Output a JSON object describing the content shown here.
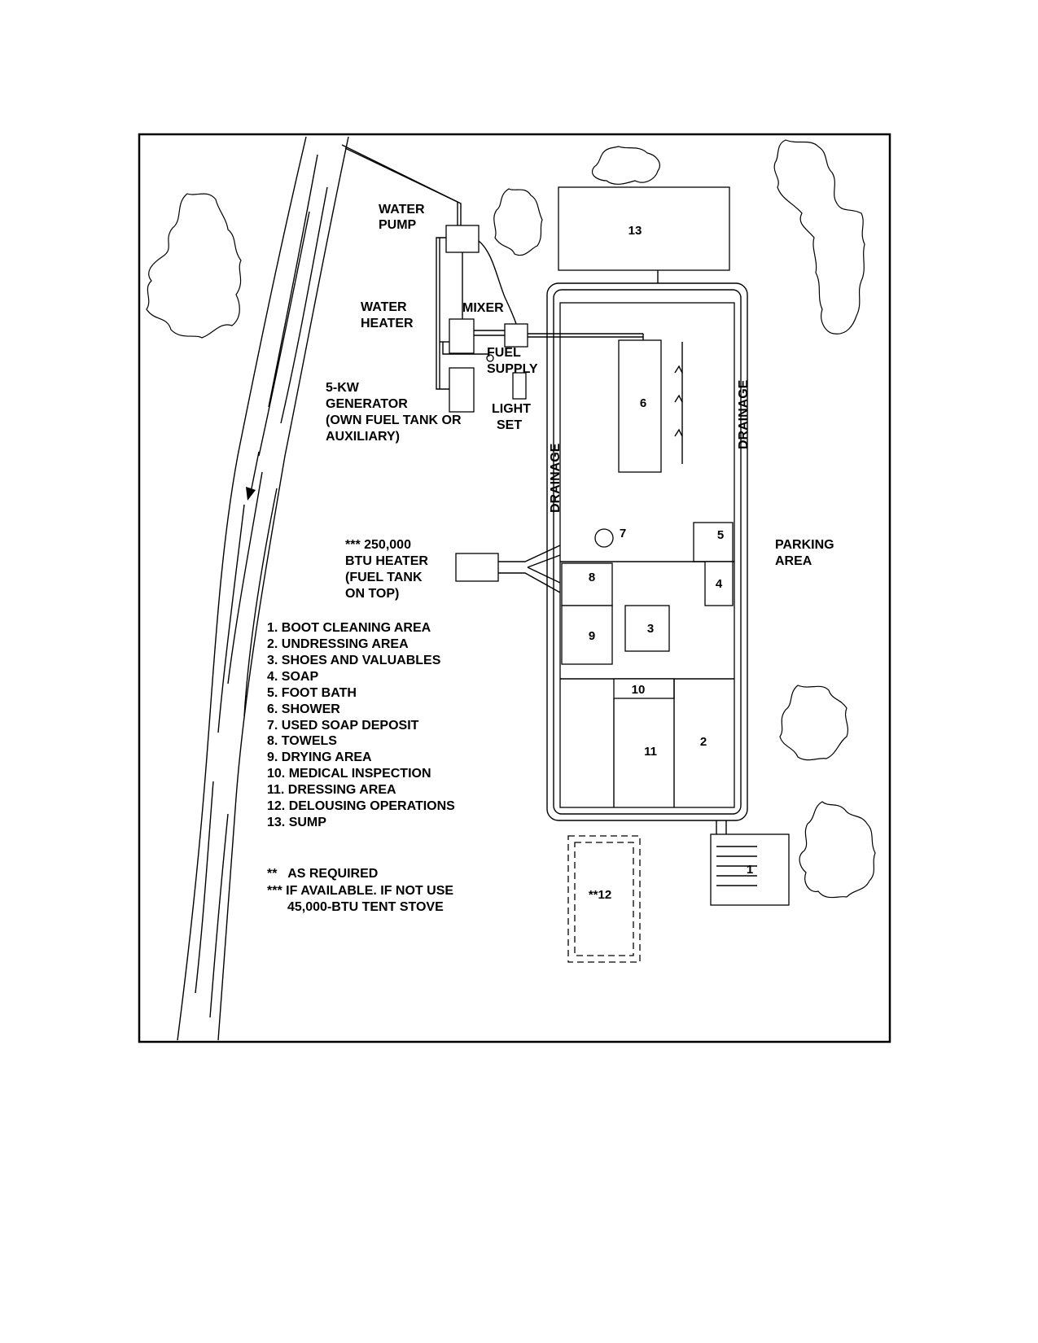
{
  "labels": {
    "water_pump": [
      "WATER",
      "PUMP"
    ],
    "water_heater": [
      "WATER",
      "HEATER"
    ],
    "mixer": "MIXER",
    "fuel_supply": [
      "FUEL",
      "SUPPLY"
    ],
    "light_set": [
      "LIGHT",
      "SET"
    ],
    "generator": [
      "5-KW",
      "GENERATOR",
      "(OWN FUEL TANK OR",
      "AUXILIARY)"
    ],
    "btu_heater": [
      "*** 250,000",
      "BTU HEATER",
      "(FUEL TANK",
      "ON TOP)"
    ],
    "parking": [
      "PARKING",
      "AREA"
    ],
    "drainage_left": "DRAINAGE",
    "drainage_right": "DRAINAGE"
  },
  "areas": {
    "a1": "1",
    "a2": "2",
    "a3": "3",
    "a4": "4",
    "a5": "5",
    "a6": "6",
    "a7": "7",
    "a8": "8",
    "a9": "9",
    "a10": "10",
    "a11": "11",
    "a12": "**12",
    "a13": "13"
  },
  "legend": [
    "1. BOOT CLEANING AREA",
    "2. UNDRESSING AREA",
    "3. SHOES AND VALUABLES",
    "4. SOAP",
    "5. FOOT BATH",
    "6. SHOWER",
    "7. USED SOAP DEPOSIT",
    "8. TOWELS",
    "9. DRYING AREA",
    "10. MEDICAL INSPECTION",
    "11. DRESSING AREA",
    "12. DELOUSING OPERATIONS",
    "13. SUMP"
  ],
  "notes": [
    "**   AS REQUIRED",
    "*** IF AVAILABLE. IF NOT USE",
    "45,000-BTU TENT STOVE"
  ]
}
